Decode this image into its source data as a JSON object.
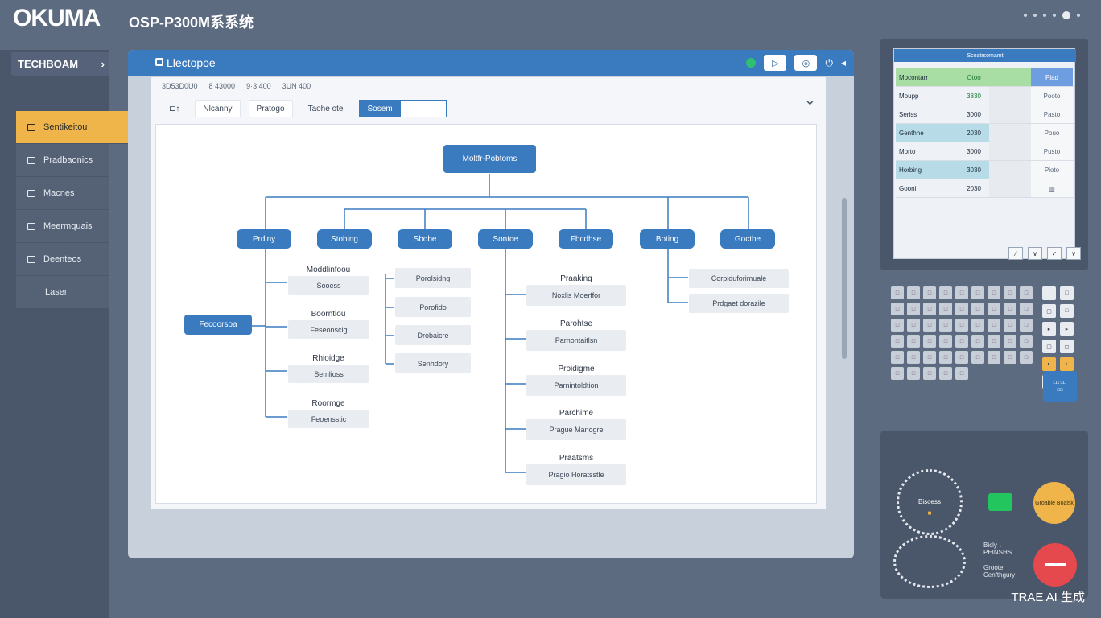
{
  "header": {
    "brand": "OKUMA",
    "system_title": "OSP-P300M系系统"
  },
  "sidebar": {
    "header_label": "TECHBOAM",
    "header_chevron": "›",
    "sub_label": "—  · — ···",
    "items": [
      {
        "label": "Sentikeitou",
        "icon": "folder-icon",
        "active": true
      },
      {
        "label": "Pradbaonics",
        "icon": "tool-icon",
        "active": false
      },
      {
        "label": "Macnes",
        "icon": "machine-icon",
        "active": false
      },
      {
        "label": "Meermquais",
        "icon": "document-icon",
        "active": false
      },
      {
        "label": "Deenteos",
        "icon": "settings-icon",
        "active": false
      },
      {
        "label": "Laser",
        "icon": "",
        "active": false
      }
    ]
  },
  "window": {
    "title": "Llectopoe",
    "ctrl_play": "▷",
    "ctrl_stop": "◎",
    "ctrl_plug": "⏻",
    "ctrl_close": "◂",
    "stats": [
      "3D53D0U0",
      "8 43000",
      "9·3 400",
      "3UN 400"
    ],
    "toolbar": {
      "tab_icon": "⊏↑",
      "items": [
        "Nlcanny",
        "Pratogo",
        "Taohe ote"
      ],
      "search_label": "Sosem"
    },
    "chevron": "⌄"
  },
  "diagram": {
    "root": "Moltfr-Pobtoms",
    "side_node": "Fecoorsoa",
    "branches": [
      "Prdiny",
      "Stobing",
      "Sbobe",
      "Sontce",
      "Fbcdhse",
      "Boting",
      "Gocthe"
    ],
    "col1": [
      {
        "title": "Moddlinfoou",
        "sub": "Sooess"
      },
      {
        "title": "Boorntiou",
        "sub": "Feseonscig"
      },
      {
        "title": "Rhioidge",
        "sub": "Semlioss"
      },
      {
        "title": "Roormge",
        "sub": "Feoensstic"
      }
    ],
    "col2": [
      "Porolsidng",
      "Porofido",
      "Drobaicre",
      "Senhdory"
    ],
    "col3": [
      {
        "title": "Praaking",
        "sub": "Noxlis Moerffor"
      },
      {
        "title": "Parohtse",
        "sub": "Parnontaitlsn"
      },
      {
        "title": "Proidigme",
        "sub": "Parnintoldtion"
      },
      {
        "title": "Parchime",
        "sub": "Prague Manogre"
      },
      {
        "title": "Praatsms",
        "sub": "Pragio Horatsstle"
      }
    ],
    "col4": [
      "Corpiduforimuale",
      "Prdgaet dorazile"
    ]
  },
  "right_panel": {
    "screen_title": "Scoatrsomamt",
    "table": [
      {
        "name": "Mocontarr",
        "val": "Otoo",
        "side": "Piad",
        "hl": "green"
      },
      {
        "name": "Moupp",
        "val": "3830",
        "side": "Pooto",
        "hl": ""
      },
      {
        "name": "Seriss",
        "val": "3000",
        "side": "Pasto",
        "hl": ""
      },
      {
        "name": "Genthhe",
        "val": "2030",
        "side": "Pouo",
        "hl": "blue"
      },
      {
        "name": "Morto",
        "val": "3000",
        "side": "Pusto",
        "hl": ""
      },
      {
        "name": "Horbing",
        "val": "3030",
        "side": "Pioto",
        "hl": "blue"
      },
      {
        "name": "Gooni",
        "val": "2030",
        "side": "▥",
        "hl": ""
      }
    ],
    "actions": [
      "∕",
      "∨",
      "✓",
      "∨"
    ]
  },
  "keypad": {
    "keys": [
      "□",
      "□",
      "□",
      "□",
      "□",
      "□",
      "□",
      "□",
      "□",
      "□",
      "□",
      "□",
      "□",
      "□",
      "□",
      "□",
      "□",
      "□",
      "□",
      "□",
      "□",
      "□",
      "□",
      "□",
      "□",
      "□",
      "□",
      "□",
      "□",
      "□",
      "□",
      "□",
      "□",
      "□",
      "□",
      "□",
      "□",
      "□",
      "□",
      "□",
      "□",
      "□",
      "□",
      "□",
      "□",
      "□",
      "□",
      "□",
      "□",
      "□"
    ],
    "side_keys": [
      [
        "·",
        "□"
      ],
      [
        "▢",
        "□"
      ],
      [
        "▸",
        "▸"
      ],
      [
        "▢",
        "◻"
      ],
      [
        "◐",
        "◐"
      ],
      [
        "⊟",
        ""
      ]
    ],
    "blue_key_top": "□□ □□",
    "blue_key_bottom": "□□"
  },
  "controls": {
    "dial1_label": "Bisoess",
    "dial1_sub": "■",
    "yellow_button": "Groabie Boaisk",
    "text1": "Bicly ←\nPEINSHS",
    "text2": "Groote\nCenfthgury"
  },
  "watermark": "TRAE AI 生成",
  "colors": {
    "accent_blue": "#3a7bc0",
    "active_orange": "#f0b54a",
    "green": "#22c55e",
    "red": "#e5484d"
  }
}
